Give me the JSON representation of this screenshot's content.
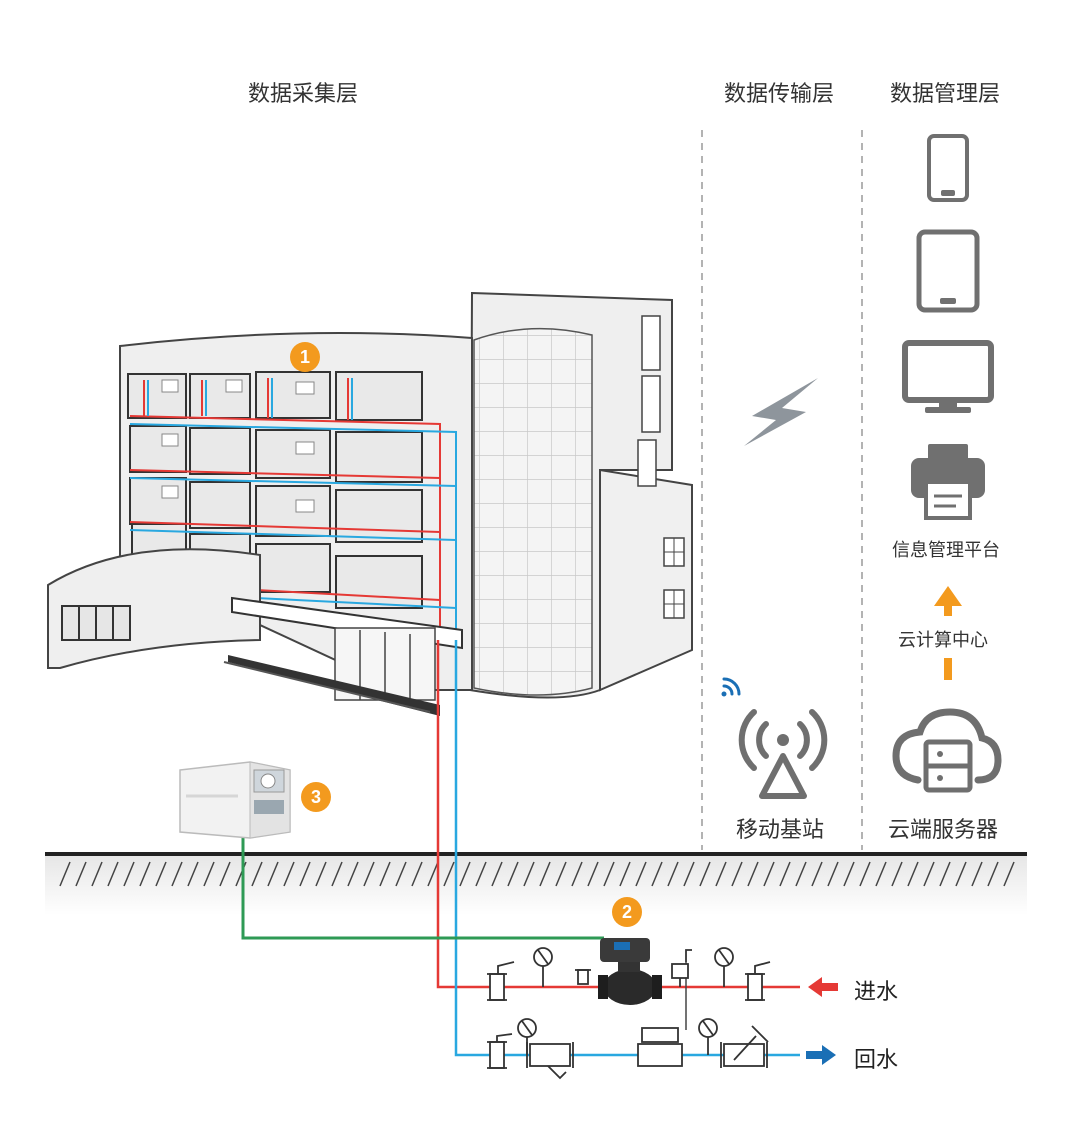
{
  "layers": {
    "collection": "数据采集层",
    "transmission": "数据传输层",
    "management": "数据管理层"
  },
  "management": {
    "platform": "信息管理平台",
    "cloud_compute": "云计算中心",
    "cloud_server": "云端服务器"
  },
  "transmission": {
    "base_station": "移动基站"
  },
  "badges": {
    "one": "1",
    "two": "2",
    "three": "3"
  },
  "flow": {
    "inlet": "进水",
    "return": "回水"
  },
  "colors": {
    "supply_pipe": "#e53935",
    "return_pipe": "#29a8e0",
    "signal_line": "#2e9a55",
    "accent_orange": "#f39a1e",
    "device_gray": "#707070",
    "inlet_arrow": "#e53935",
    "return_arrow": "#1a6fb5"
  },
  "icons": [
    "phone-icon",
    "tablet-icon",
    "monitor-icon",
    "printer-icon",
    "up-arrow-icon",
    "cloud-server-icon",
    "lightning-icon",
    "wifi-icon",
    "antenna-icon"
  ]
}
